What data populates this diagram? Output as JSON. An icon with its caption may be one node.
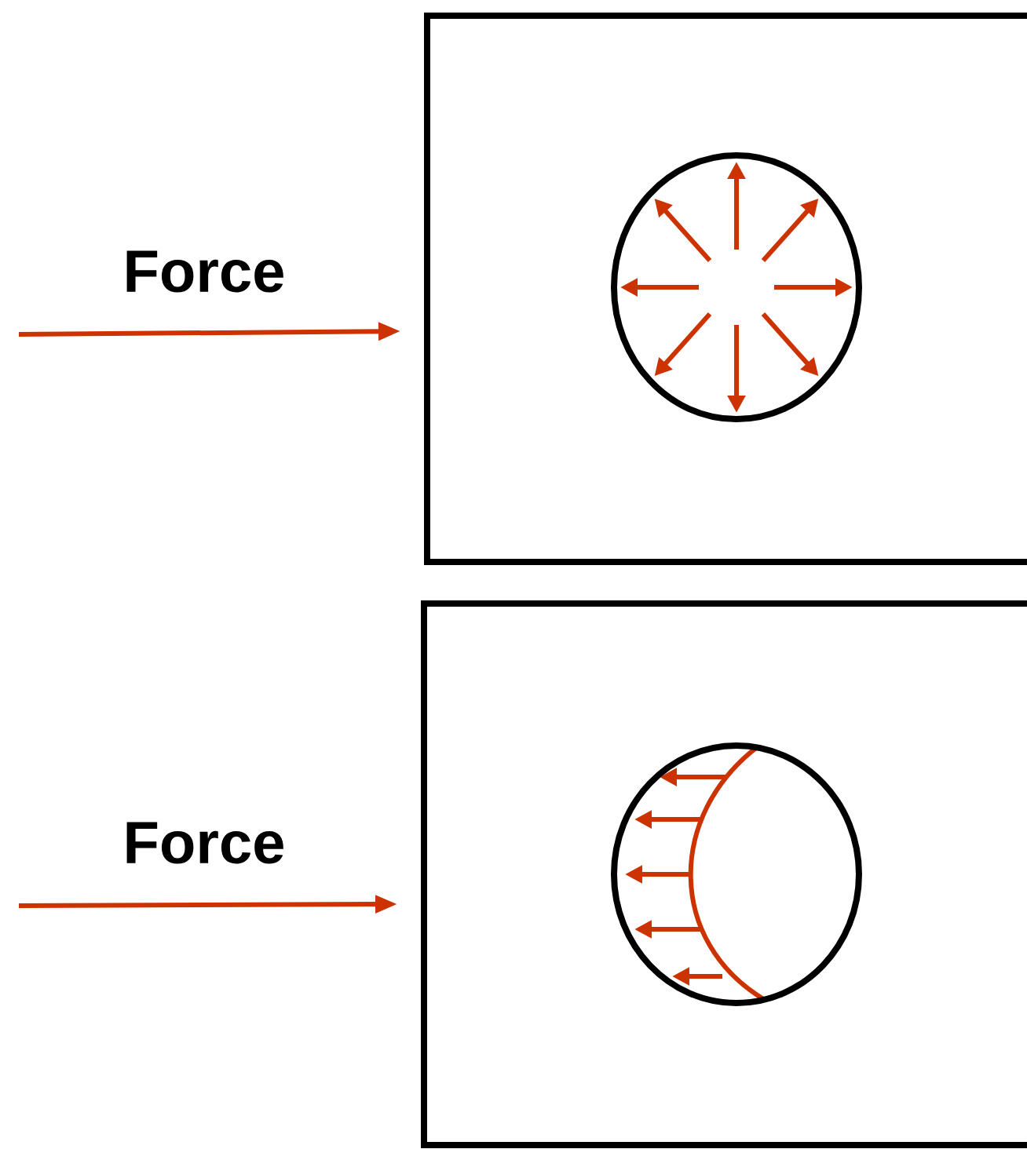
{
  "diagram": {
    "nodes": [
      {
        "text": [],
        "shape": "box"
      },
      {
        "text": [],
        "shape": "circle",
        "in": 0
      },
      {
        "text": [],
        "shape": "box"
      },
      {
        "text": [],
        "shape": "circle",
        "in": 2
      }
    ],
    "edges": [
      {
        "from": null,
        "to": 0,
        "arrow": "to",
        "label": "Force",
        "color": "#cc3300"
      },
      {
        "from": null,
        "to": 2,
        "arrow": "to",
        "label": "Force",
        "color": "#cc3300"
      }
    ]
  }
}
